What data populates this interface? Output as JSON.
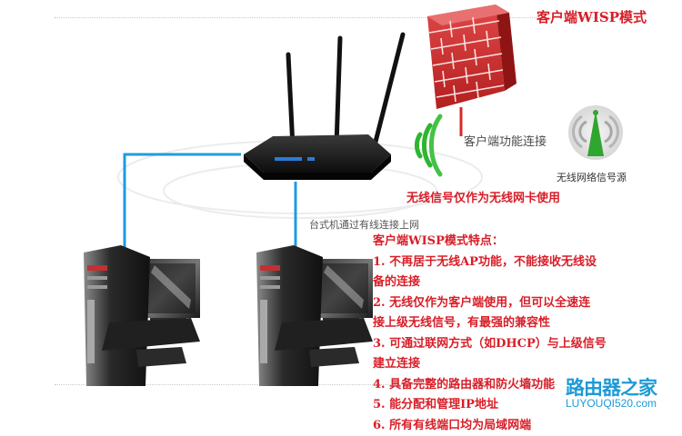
{
  "title": "客户端WISP模式",
  "labels": {
    "client_function_connection": "客户端功能连接",
    "wireless_signal_source": "无线网络信号源",
    "desktop_wired": "台式机通过有线连接上网",
    "wireless_as_card": "无线信号仅作为无线网卡使用"
  },
  "features": {
    "heading": "客户端WISP模式特点：",
    "lines": [
      "1. 不再居于无线AP功能，不能接收无线设",
      "备的连接",
      "2. 无线仅作为客户端使用，但可以全速连",
      "接上级无线信号，有最强的兼容性",
      "3. 可通过联网方式（如DHCP）与上级信号",
      "建立连接",
      "4. 具备完整的路由器和防火墙功能",
      "5. 能分配和管理IP地址",
      "6. 所有有线端口均为局域网端"
    ]
  },
  "watermark": {
    "cn": "路由器之家",
    "en": "LUYOUQI520.com"
  },
  "colors": {
    "accent_red": "#d81e28",
    "cable_blue": "#1f9be0",
    "signal_green": "#2fb52f",
    "firewall_red": "#d42a2a",
    "watermark_blue": "#1d9ad6"
  },
  "icons": [
    "firewall-icon",
    "wifi-router-icon",
    "signal-source-icon",
    "desktop-computer-icon"
  ]
}
